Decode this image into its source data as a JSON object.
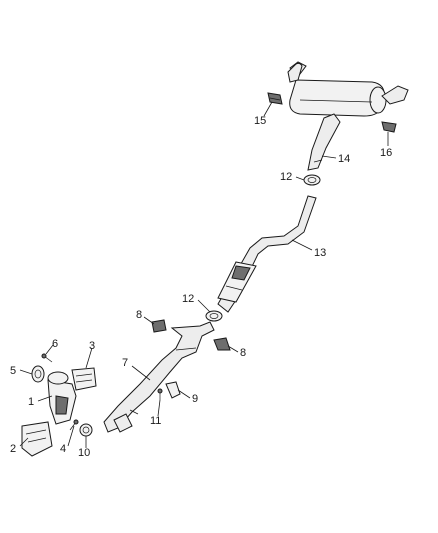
{
  "diagram": {
    "callouts": [
      {
        "id": "c1",
        "label": "1"
      },
      {
        "id": "c2",
        "label": "2"
      },
      {
        "id": "c3",
        "label": "3"
      },
      {
        "id": "c4",
        "label": "4"
      },
      {
        "id": "c5",
        "label": "5"
      },
      {
        "id": "c6",
        "label": "6"
      },
      {
        "id": "c7",
        "label": "7"
      },
      {
        "id": "c8a",
        "label": "8"
      },
      {
        "id": "c8b",
        "label": "8"
      },
      {
        "id": "c9",
        "label": "9"
      },
      {
        "id": "c10",
        "label": "10"
      },
      {
        "id": "c11",
        "label": "11"
      },
      {
        "id": "c12a",
        "label": "12"
      },
      {
        "id": "c12b",
        "label": "12"
      },
      {
        "id": "c13",
        "label": "13"
      },
      {
        "id": "c14",
        "label": "14"
      },
      {
        "id": "c15",
        "label": "15"
      },
      {
        "id": "c16",
        "label": "16"
      }
    ]
  }
}
